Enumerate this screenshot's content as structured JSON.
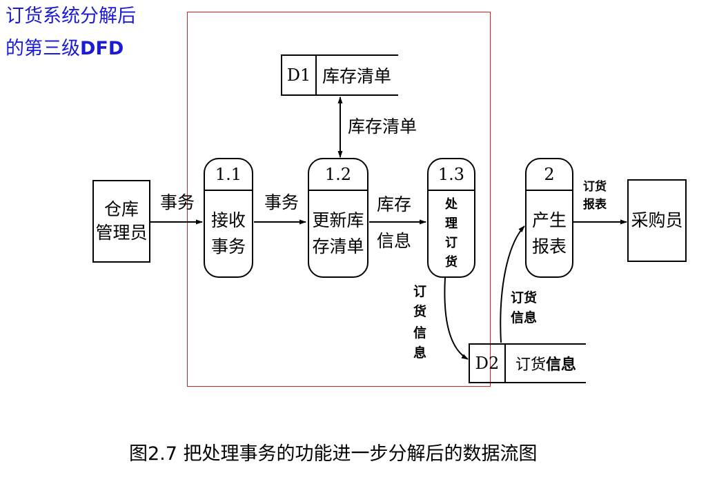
{
  "title": {
    "line1": "订货系统分解后",
    "line2_prefix": "的第三级",
    "line2_suffix": "DFD"
  },
  "entities": {
    "warehouse": {
      "line1": "仓库",
      "line2": "管理员"
    },
    "buyer": {
      "label": "采购员"
    }
  },
  "processes": {
    "p11": {
      "number": "1.1",
      "line1": "接收",
      "line2": "事务"
    },
    "p12": {
      "number": "1.2",
      "line1": "更新库",
      "line2": "存清单"
    },
    "p13": {
      "number": "1.3",
      "chars": [
        "处",
        "理",
        "订",
        "货"
      ]
    },
    "p2": {
      "number": "2",
      "line1": "产生",
      "line2": "报表"
    }
  },
  "stores": {
    "d1": {
      "id": "D1",
      "name": "库存清单"
    },
    "d2": {
      "id": "D2",
      "name_prefix": "订货",
      "name_suffix": "信息"
    }
  },
  "flows": {
    "f_in": "事务",
    "f_11_12": "事务",
    "f_d1": "库存清单",
    "f_12_13": {
      "line1": "库存",
      "line2": "信息"
    },
    "f_13_d2": {
      "chars": [
        "订",
        "货",
        "信",
        "息"
      ]
    },
    "f_d2_2": {
      "line1": "订货",
      "line2": "信息"
    },
    "f_2_out": {
      "line1": "订货",
      "line2": "报表"
    }
  },
  "caption": "图2.7 把处理事务的功能进一步分解后的数据流图",
  "colors": {
    "title": "#1b1bd6",
    "frame": "#cc2222",
    "line": "#000000"
  }
}
